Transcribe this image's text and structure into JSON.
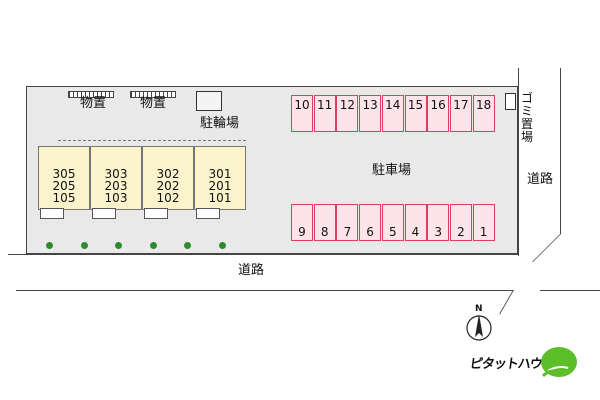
{
  "map": {
    "labels": {
      "storage_1": "物置",
      "storage_2": "物置",
      "bicycle_parking": "駐輪場",
      "parking_lot": "駐車場",
      "garbage": "ゴミ置場",
      "road_east": "道路",
      "road_south": "道路",
      "north": "N"
    },
    "parking_top": [
      "10",
      "11",
      "12",
      "13",
      "14",
      "15",
      "16",
      "17",
      "18"
    ],
    "parking_bottom": [
      "9",
      "8",
      "7",
      "6",
      "5",
      "4",
      "3",
      "2",
      "1"
    ],
    "units": [
      [
        "305",
        "205",
        "105"
      ],
      [
        "303",
        "203",
        "103"
      ],
      [
        "302",
        "202",
        "102"
      ],
      [
        "301",
        "201",
        "101"
      ]
    ],
    "brand": "ピタットハウス",
    "colors": {
      "lot_fill": "#e9e9e9",
      "stall_fill": "#fde4ea",
      "stall_border": "#d9405f",
      "building_fill": "#faf3cc",
      "tree": "#2e8b2e",
      "brand_green": "#5cbf2a"
    }
  }
}
